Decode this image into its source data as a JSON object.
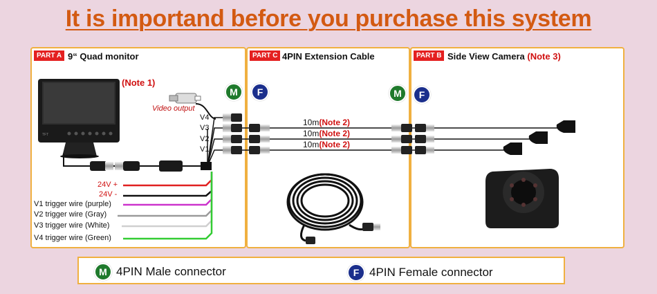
{
  "title": "It is importand before you purchase this system",
  "panels": {
    "a": {
      "tag": "PART A",
      "title": "9“ Quad monitor"
    },
    "c": {
      "tag": "PART C",
      "title": "4PIN Extension Cable"
    },
    "b": {
      "tag": "PART B",
      "title": "Side View Camera",
      "note": "(Note 3)"
    }
  },
  "monitor": {
    "note": "(Note 1)",
    "video_output": "Video output"
  },
  "channels": [
    "V4",
    "V3",
    "V2",
    "V1"
  ],
  "cable_rows": [
    {
      "length": "10m",
      "note": "(Note 2)"
    },
    {
      "length": "10m",
      "note": "(Note 2)"
    },
    {
      "length": "10m",
      "note": "(Note 2)"
    }
  ],
  "wires": [
    {
      "label": "24V +",
      "color": "#e02020"
    },
    {
      "label": "24V -",
      "color": "#111111"
    },
    {
      "label": "V1 trigger wire (purple)",
      "color": "#cc33cc"
    },
    {
      "label": "V2 trigger wire (Gray)",
      "color": "#9a9a9a"
    },
    {
      "label": "V3 trigger wire (White)",
      "color": "#cfcfcf"
    },
    {
      "label": "V4 trigger wire (Green)",
      "color": "#33cc33"
    }
  ],
  "connectors": {
    "male_letter": "M",
    "female_letter": "F",
    "male_label": "4PIN Male connector",
    "female_label": "4PIN Female connector"
  },
  "colors": {
    "title": "#d35a12",
    "tag": "#e42020",
    "note": "#d01010",
    "male": "#1f7a2c",
    "female": "#1b2f8c",
    "border": "#f0b040"
  }
}
